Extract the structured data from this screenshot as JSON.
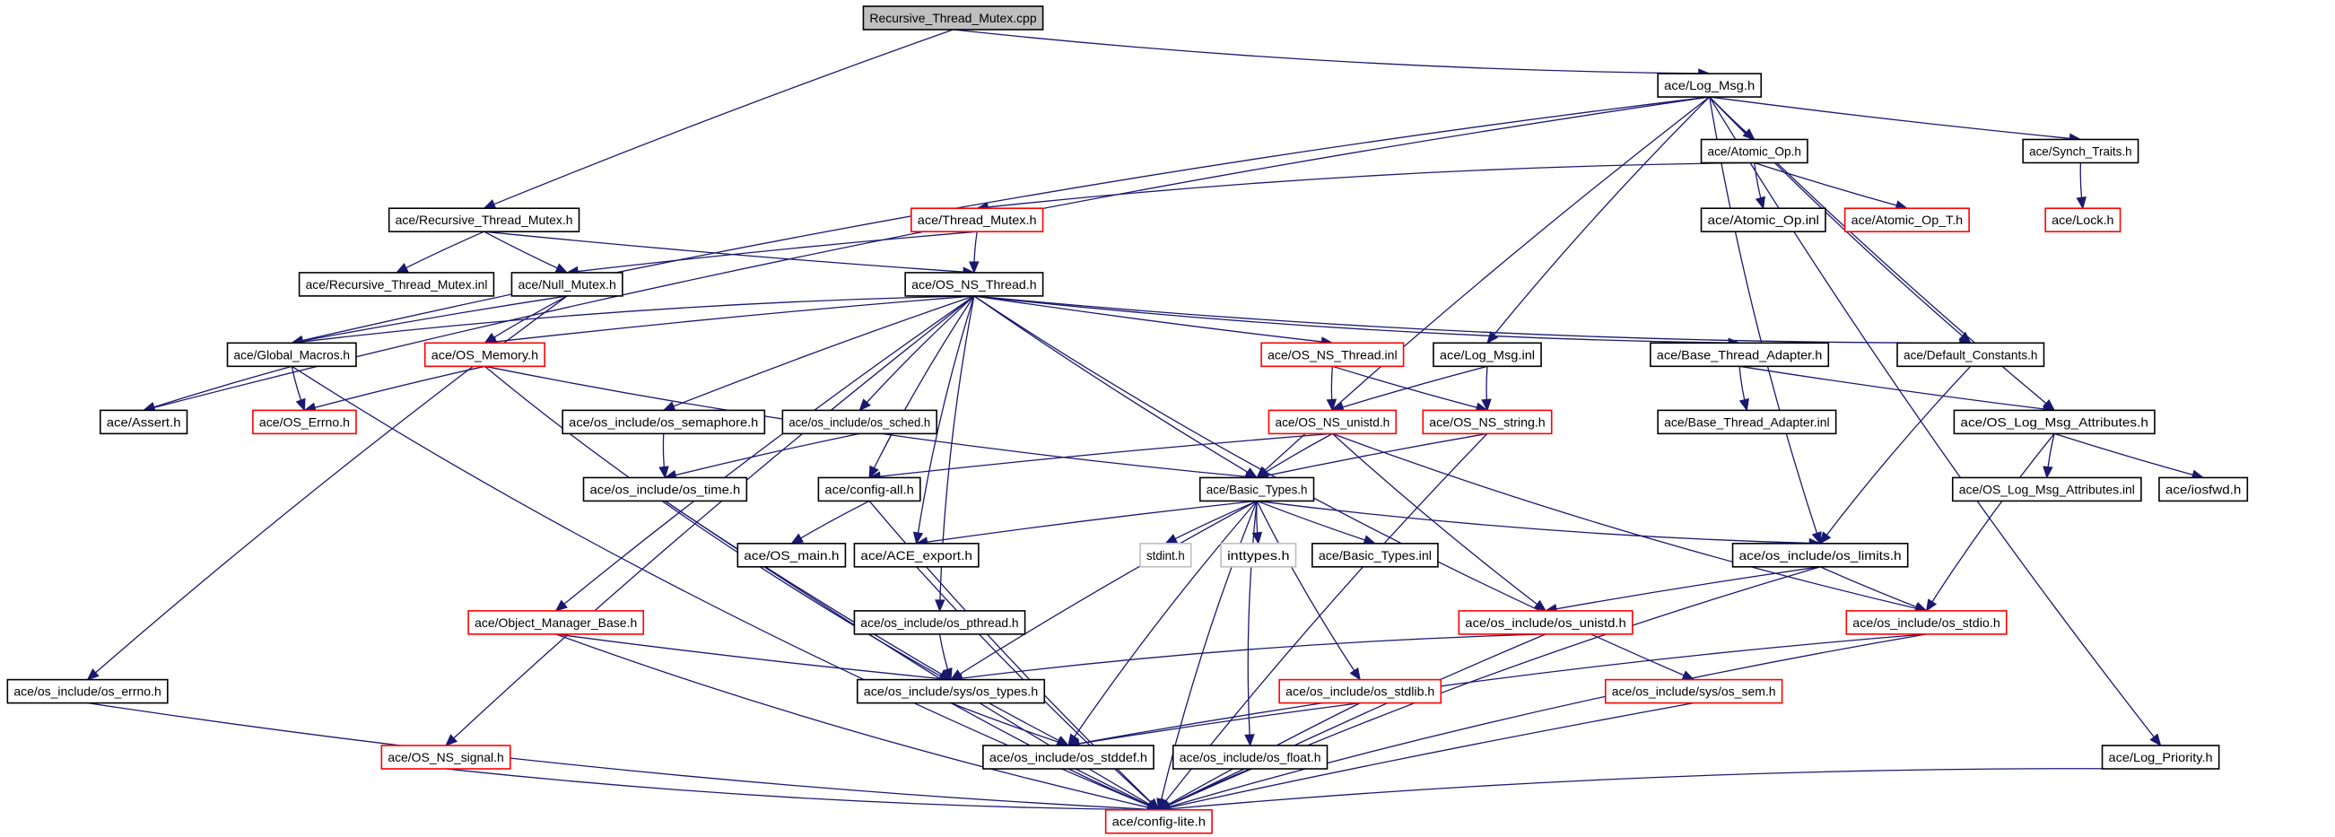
{
  "diagram": {
    "title": "Recursive_Thread_Mutex.cpp include dependency graph",
    "colors": {
      "edge": "#191970",
      "root_fill": "#bfbfbf",
      "normal_border": "#000000",
      "truncated_border": "#ff0000",
      "external_border": "#bfbfbf"
    },
    "nodes": [
      {
        "id": "n1",
        "label": "Recursive_Thread_Mutex.cpp",
        "kind": "root"
      },
      {
        "id": "n2",
        "label": "ace/Log_Msg.h",
        "kind": "normal"
      },
      {
        "id": "n3",
        "label": "ace/Recursive_Thread_Mutex.h",
        "kind": "normal"
      },
      {
        "id": "n4",
        "label": "ace/Atomic_Op.h",
        "kind": "normal"
      },
      {
        "id": "n5",
        "label": "ace/Synch_Traits.h",
        "kind": "normal"
      },
      {
        "id": "n6",
        "label": "ace/Thread_Mutex.h",
        "kind": "truncated"
      },
      {
        "id": "n7",
        "label": "ace/Atomic_Op.inl",
        "kind": "normal"
      },
      {
        "id": "n8",
        "label": "ace/Atomic_Op_T.h",
        "kind": "truncated"
      },
      {
        "id": "n9",
        "label": "ace/Lock.h",
        "kind": "truncated"
      },
      {
        "id": "n10",
        "label": "ace/Recursive_Thread_Mutex.inl",
        "kind": "normal"
      },
      {
        "id": "n11",
        "label": "ace/Null_Mutex.h",
        "kind": "normal"
      },
      {
        "id": "n12",
        "label": "ace/OS_NS_Thread.h",
        "kind": "normal"
      },
      {
        "id": "n13",
        "label": "ace/Global_Macros.h",
        "kind": "normal"
      },
      {
        "id": "n14",
        "label": "ace/OS_Memory.h",
        "kind": "truncated"
      },
      {
        "id": "n15",
        "label": "ace/OS_NS_Thread.inl",
        "kind": "truncated"
      },
      {
        "id": "n16",
        "label": "ace/Log_Msg.inl",
        "kind": "normal"
      },
      {
        "id": "n17",
        "label": "ace/Base_Thread_Adapter.h",
        "kind": "normal"
      },
      {
        "id": "n18",
        "label": "ace/Default_Constants.h",
        "kind": "normal"
      },
      {
        "id": "n19",
        "label": "ace/Assert.h",
        "kind": "normal"
      },
      {
        "id": "n20",
        "label": "ace/OS_Errno.h",
        "kind": "truncated"
      },
      {
        "id": "n21",
        "label": "ace/os_include/os_semaphore.h",
        "kind": "normal"
      },
      {
        "id": "n22",
        "label": "ace/os_include/os_sched.h",
        "kind": "normal"
      },
      {
        "id": "n23",
        "label": "ace/OS_NS_unistd.h",
        "kind": "truncated"
      },
      {
        "id": "n24",
        "label": "ace/OS_NS_string.h",
        "kind": "truncated"
      },
      {
        "id": "n25",
        "label": "ace/Base_Thread_Adapter.inl",
        "kind": "normal"
      },
      {
        "id": "n26",
        "label": "ace/OS_Log_Msg_Attributes.h",
        "kind": "normal"
      },
      {
        "id": "n27",
        "label": "ace/os_include/os_time.h",
        "kind": "normal"
      },
      {
        "id": "n28",
        "label": "ace/config-all.h",
        "kind": "normal"
      },
      {
        "id": "n29",
        "label": "ace/Basic_Types.h",
        "kind": "normal"
      },
      {
        "id": "n30",
        "label": "ace/OS_Log_Msg_Attributes.inl",
        "kind": "normal"
      },
      {
        "id": "n31",
        "label": "ace/iosfwd.h",
        "kind": "normal"
      },
      {
        "id": "n32",
        "label": "ace/OS_main.h",
        "kind": "normal"
      },
      {
        "id": "n33",
        "label": "ace/ACE_export.h",
        "kind": "normal"
      },
      {
        "id": "n34",
        "label": "stdint.h",
        "kind": "external"
      },
      {
        "id": "n35",
        "label": "inttypes.h",
        "kind": "external"
      },
      {
        "id": "n36",
        "label": "ace/Basic_Types.inl",
        "kind": "normal"
      },
      {
        "id": "n37",
        "label": "ace/os_include/os_limits.h",
        "kind": "normal"
      },
      {
        "id": "n38",
        "label": "ace/Object_Manager_Base.h",
        "kind": "truncated"
      },
      {
        "id": "n39",
        "label": "ace/os_include/os_pthread.h",
        "kind": "normal"
      },
      {
        "id": "n40",
        "label": "ace/os_include/os_unistd.h",
        "kind": "truncated"
      },
      {
        "id": "n41",
        "label": "ace/os_include/os_stdio.h",
        "kind": "truncated"
      },
      {
        "id": "n42",
        "label": "ace/os_include/os_errno.h",
        "kind": "normal"
      },
      {
        "id": "n43",
        "label": "ace/os_include/sys/os_types.h",
        "kind": "normal"
      },
      {
        "id": "n44",
        "label": "ace/os_include/os_stdlib.h",
        "kind": "truncated"
      },
      {
        "id": "n45",
        "label": "ace/os_include/sys/os_sem.h",
        "kind": "truncated"
      },
      {
        "id": "n46",
        "label": "ace/OS_NS_signal.h",
        "kind": "truncated"
      },
      {
        "id": "n47",
        "label": "ace/os_include/os_stddef.h",
        "kind": "normal"
      },
      {
        "id": "n48",
        "label": "ace/os_include/os_float.h",
        "kind": "normal"
      },
      {
        "id": "n49",
        "label": "ace/Log_Priority.h",
        "kind": "normal"
      },
      {
        "id": "n50",
        "label": "ace/config-lite.h",
        "kind": "truncated"
      }
    ],
    "edges": [
      [
        "n1",
        "n3"
      ],
      [
        "n1",
        "n2"
      ],
      [
        "n2",
        "n4"
      ],
      [
        "n2",
        "n5"
      ],
      [
        "n2",
        "n13"
      ],
      [
        "n2",
        "n19"
      ],
      [
        "n2",
        "n16"
      ],
      [
        "n2",
        "n18"
      ],
      [
        "n2",
        "n26"
      ],
      [
        "n2",
        "n37"
      ],
      [
        "n2",
        "n49"
      ],
      [
        "n2",
        "n29"
      ],
      [
        "n3",
        "n10"
      ],
      [
        "n3",
        "n11"
      ],
      [
        "n3",
        "n12"
      ],
      [
        "n4",
        "n6"
      ],
      [
        "n4",
        "n7"
      ],
      [
        "n4",
        "n8"
      ],
      [
        "n5",
        "n9"
      ],
      [
        "n6",
        "n12"
      ],
      [
        "n6",
        "n11"
      ],
      [
        "n11",
        "n13"
      ],
      [
        "n11",
        "n14"
      ],
      [
        "n11",
        "n42"
      ],
      [
        "n12",
        "n13"
      ],
      [
        "n12",
        "n14"
      ],
      [
        "n12",
        "n15"
      ],
      [
        "n12",
        "n17"
      ],
      [
        "n12",
        "n18"
      ],
      [
        "n12",
        "n21"
      ],
      [
        "n12",
        "n22"
      ],
      [
        "n12",
        "n28"
      ],
      [
        "n12",
        "n29"
      ],
      [
        "n12",
        "n33"
      ],
      [
        "n12",
        "n38"
      ],
      [
        "n12",
        "n39"
      ],
      [
        "n12",
        "n45"
      ],
      [
        "n12",
        "n46"
      ],
      [
        "n13",
        "n19"
      ],
      [
        "n13",
        "n20"
      ],
      [
        "n13",
        "n50"
      ],
      [
        "n14",
        "n20"
      ],
      [
        "n14",
        "n29"
      ],
      [
        "n14",
        "n47"
      ],
      [
        "n15",
        "n23"
      ],
      [
        "n15",
        "n24"
      ],
      [
        "n16",
        "n23"
      ],
      [
        "n16",
        "n24"
      ],
      [
        "n17",
        "n25"
      ],
      [
        "n17",
        "n26"
      ],
      [
        "n18",
        "n37"
      ],
      [
        "n21",
        "n27"
      ],
      [
        "n22",
        "n27"
      ],
      [
        "n23",
        "n29"
      ],
      [
        "n23",
        "n28"
      ],
      [
        "n23",
        "n40"
      ],
      [
        "n23",
        "n41"
      ],
      [
        "n24",
        "n29"
      ],
      [
        "n24",
        "n50"
      ],
      [
        "n26",
        "n30"
      ],
      [
        "n26",
        "n31"
      ],
      [
        "n26",
        "n41"
      ],
      [
        "n27",
        "n43"
      ],
      [
        "n27",
        "n50"
      ],
      [
        "n28",
        "n32"
      ],
      [
        "n28",
        "n50"
      ],
      [
        "n29",
        "n34"
      ],
      [
        "n29",
        "n35"
      ],
      [
        "n29",
        "n36"
      ],
      [
        "n29",
        "n33"
      ],
      [
        "n29",
        "n37"
      ],
      [
        "n29",
        "n43"
      ],
      [
        "n29",
        "n47"
      ],
      [
        "n29",
        "n44"
      ],
      [
        "n29",
        "n48"
      ],
      [
        "n29",
        "n50"
      ],
      [
        "n33",
        "n50"
      ],
      [
        "n37",
        "n40"
      ],
      [
        "n37",
        "n41"
      ],
      [
        "n37",
        "n50"
      ],
      [
        "n38",
        "n43"
      ],
      [
        "n38",
        "n50"
      ],
      [
        "n39",
        "n43"
      ],
      [
        "n40",
        "n43"
      ],
      [
        "n40",
        "n50"
      ],
      [
        "n41",
        "n47"
      ],
      [
        "n41",
        "n50"
      ],
      [
        "n42",
        "n50"
      ],
      [
        "n43",
        "n47"
      ],
      [
        "n43",
        "n50"
      ],
      [
        "n44",
        "n47"
      ],
      [
        "n44",
        "n50"
      ],
      [
        "n45",
        "n50"
      ],
      [
        "n46",
        "n50"
      ],
      [
        "n47",
        "n50"
      ],
      [
        "n48",
        "n50"
      ],
      [
        "n49",
        "n50"
      ]
    ]
  }
}
